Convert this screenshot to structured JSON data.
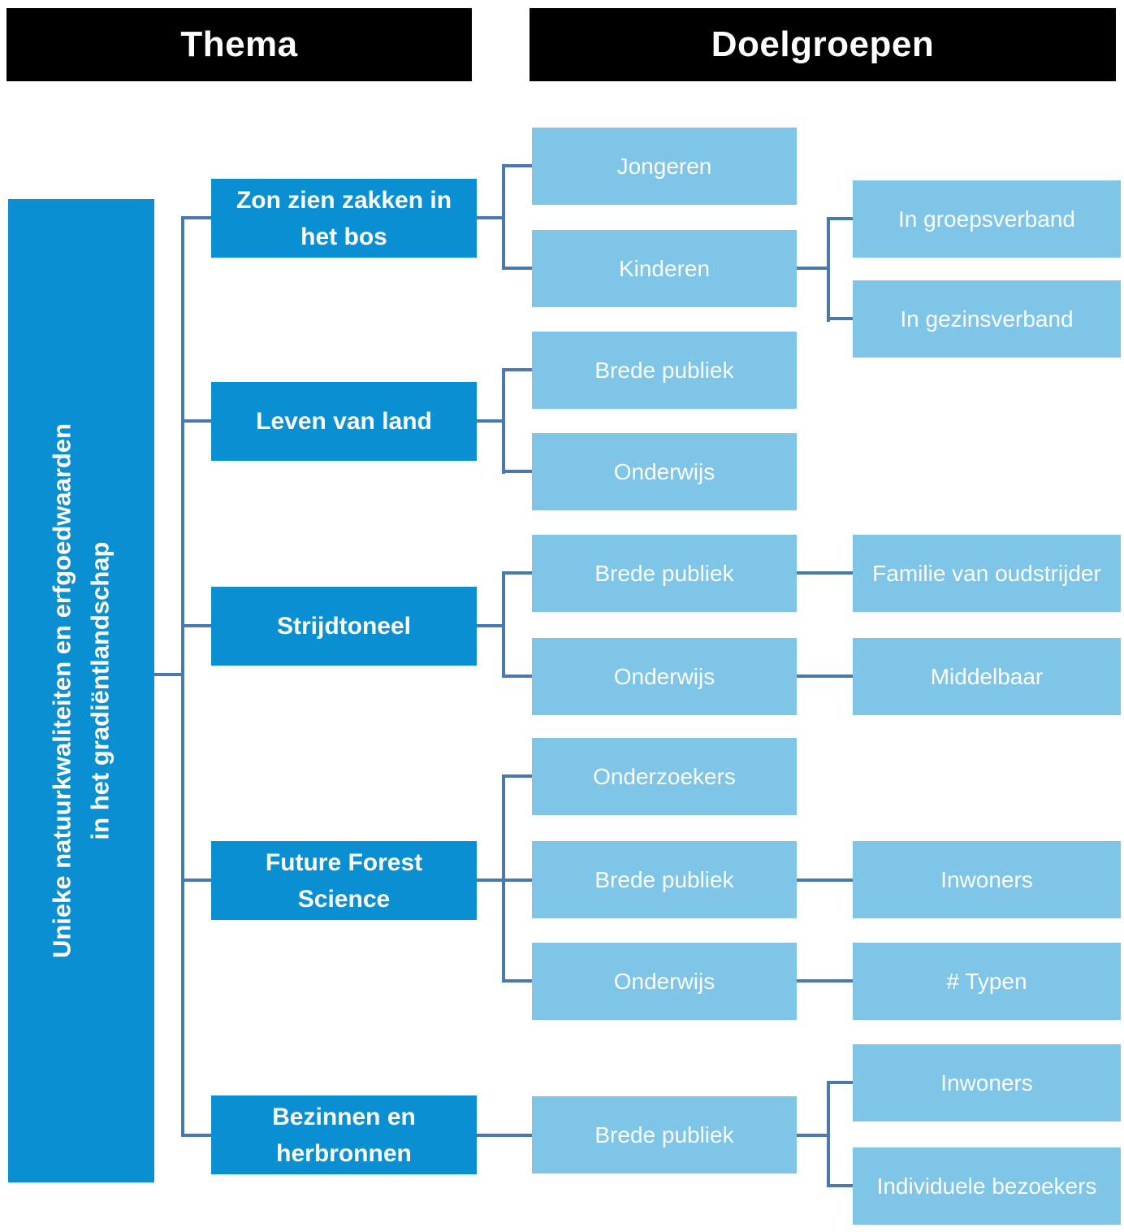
{
  "colors": {
    "header_bg": "#000000",
    "header_text": "#ffffff",
    "theme_blue": "#0a90d2",
    "light_blue": "#7ec5e8",
    "connector": "#4a79ad",
    "box_text": "#ffffff"
  },
  "headers": {
    "thema": "Thema",
    "doelgroepen": "Doelgroepen"
  },
  "root": {
    "line1": "Unieke natuurkwaliteiten en erfgoedwaarden",
    "line2": "in het gradiëntlandschap"
  },
  "themes": [
    {
      "label": "Zon zien zakken in het bos",
      "doelgroepen": [
        {
          "label": "Jongeren",
          "subgroepen": []
        },
        {
          "label": "Kinderen",
          "subgroepen": [
            {
              "label": "In groepsverband"
            },
            {
              "label": "In gezinsverband"
            }
          ]
        }
      ]
    },
    {
      "label": "Leven van land",
      "doelgroepen": [
        {
          "label": "Brede publiek",
          "subgroepen": []
        },
        {
          "label": "Onderwijs",
          "subgroepen": []
        }
      ]
    },
    {
      "label": "Strijdtoneel",
      "doelgroepen": [
        {
          "label": "Brede publiek",
          "subgroepen": [
            {
              "label": "Familie van oudstrijder"
            }
          ]
        },
        {
          "label": "Onderwijs",
          "subgroepen": [
            {
              "label": "Middelbaar"
            }
          ]
        }
      ]
    },
    {
      "label": "Future Forest Science",
      "doelgroepen": [
        {
          "label": "Onderzoekers",
          "subgroepen": []
        },
        {
          "label": "Brede publiek",
          "subgroepen": [
            {
              "label": "Inwoners"
            }
          ]
        },
        {
          "label": "Onderwijs",
          "subgroepen": [
            {
              "label": "# Typen"
            }
          ]
        }
      ]
    },
    {
      "label": "Bezinnen en herbronnen",
      "doelgroepen": [
        {
          "label": "Brede publiek",
          "subgroepen": [
            {
              "label": "Inwoners"
            },
            {
              "label": "Individuele bezoekers"
            }
          ]
        }
      ]
    }
  ]
}
